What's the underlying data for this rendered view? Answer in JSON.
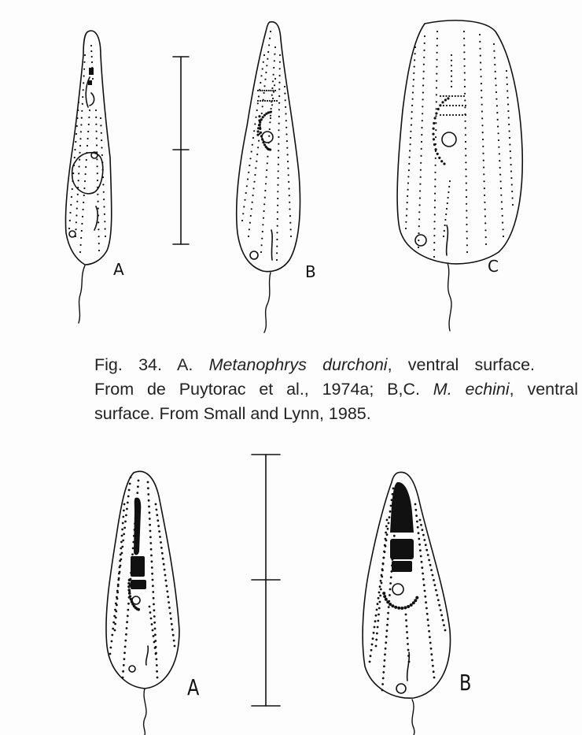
{
  "figure": {
    "caption_lines": [
      {
        "parts": [
          {
            "text": "Fig. 34. A. ",
            "italic": false
          },
          {
            "text": "Metanophrys durchoni",
            "italic": true
          },
          {
            "text": ", ventral surface.",
            "italic": false
          }
        ]
      },
      {
        "parts": [
          {
            "text": "From de Puytorac et al., 1974a; B,C. ",
            "italic": false
          },
          {
            "text": "M. echini",
            "italic": true
          },
          {
            "text": ", ventral",
            "italic": false
          }
        ]
      },
      {
        "parts": [
          {
            "text": "surface.  From Small and Lynn, 1985.",
            "italic": false
          }
        ]
      }
    ],
    "top_labels": {
      "a": "A",
      "b": "B",
      "c": "C"
    },
    "bottom_labels": {
      "a": "A",
      "b": "B"
    }
  },
  "colors": {
    "ink": "#111111",
    "paper": "#fdfdfd"
  }
}
